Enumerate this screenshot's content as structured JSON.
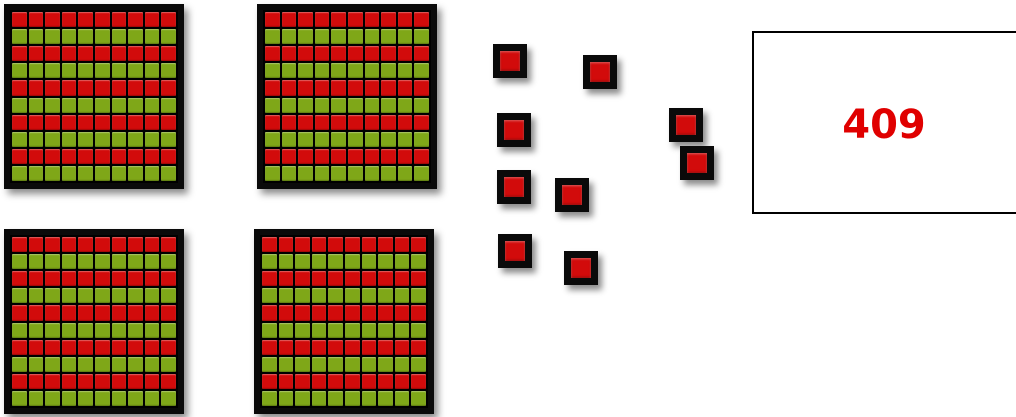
{
  "hundreds_blocks": {
    "count": 4,
    "rows": 10,
    "cols": 10,
    "row_colors": [
      "red",
      "green",
      "red",
      "green",
      "red",
      "green",
      "red",
      "green",
      "red",
      "green"
    ]
  },
  "unit_cubes": {
    "count": 9
  },
  "answer": {
    "value": "409"
  },
  "colors": {
    "red": "#d20b0b",
    "green": "#7fa718",
    "frame": "#0a0a0a",
    "answer_text": "#e00000"
  }
}
